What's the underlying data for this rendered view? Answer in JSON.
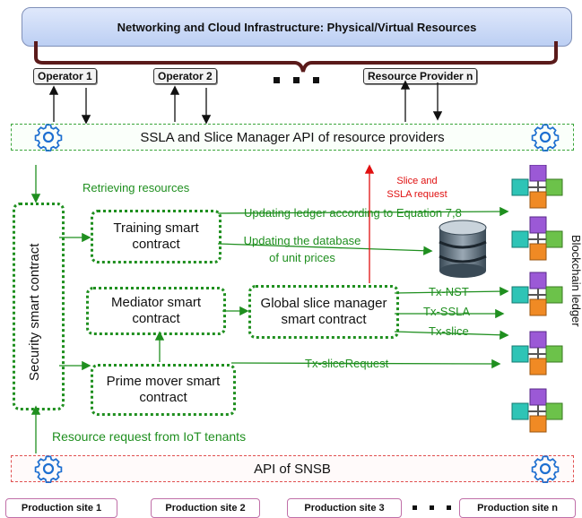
{
  "header": {
    "title": "Networking and Cloud Infrastructure: Physical/Virtual Resources"
  },
  "operators": {
    "op1": "Operator 1",
    "op2": "Operator 2",
    "opn": "Resource Provider n"
  },
  "api_top": {
    "label": "SSLA and Slice Manager API of resource providers"
  },
  "api_bottom": {
    "label": "API of SNSB"
  },
  "contracts": {
    "security": "Security smart contract",
    "training": "Training smart contract",
    "mediator": "Mediator smart contract",
    "global": "Global slice manager smart contract",
    "prime": "Prime mover smart contract"
  },
  "labels": {
    "retrieving": "Retrieving resources",
    "updating_ledger": "Updating ledger according to Equation 7,8",
    "updating_db_1": "Updating the database",
    "updating_db_2": "of unit prices",
    "tx_nst": "Tx-NST",
    "tx_ssla": "Tx-SSLA",
    "tx_slice": "Tx-slice",
    "tx_slice_request": "Tx-sliceRequest",
    "resource_request": "Resource request from IoT tenants",
    "slice_ssla_1": "Slice and",
    "slice_ssla_2": "SSLA request",
    "blockchain": "Blockchain ledger"
  },
  "production_sites": [
    "Production site 1",
    "Production site 2",
    "Production site 3",
    "Production site n"
  ],
  "colors": {
    "green": "#1f8f1f",
    "red": "#e01010",
    "blue_gear": "#1e6fd0",
    "banner": "#c8d7f5",
    "brace": "#5a1a1a"
  },
  "icons": {
    "gear": "gear-icon",
    "database": "database-icon",
    "blockchain": "blockchain-cube-icon"
  }
}
